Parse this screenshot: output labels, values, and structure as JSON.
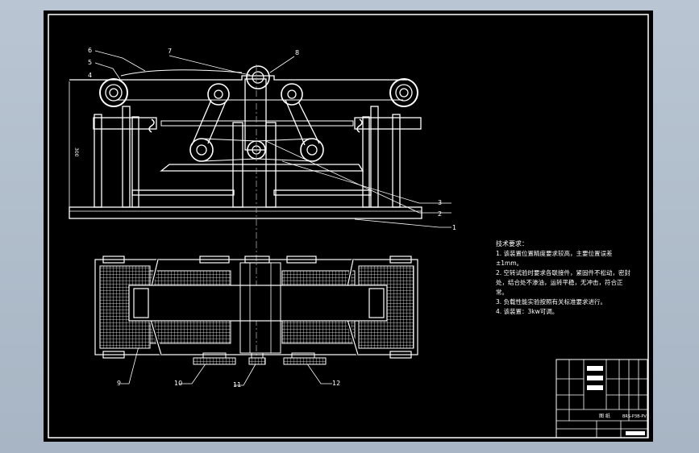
{
  "callouts": [
    "1",
    "2",
    "3",
    "4",
    "5",
    "6",
    "7",
    "8",
    "9",
    "10",
    "11",
    "12"
  ],
  "dimension": "300",
  "notes": {
    "title": "技术要求：",
    "items": [
      "1. 该装置位置精度要求较高，主要位置误差±1mm。",
      "2. 空转试验时要求各联接件，紧固件不松动，密封处，结合处不渗油，运转平稳，无冲击，符合正常。",
      "3. 负载性能实验按照有关标准要求进行。",
      "4. 该装置：3kw可调。"
    ]
  },
  "titleblock": {
    "drawing_no": "图 纸",
    "code": "BRS-P3B-PV"
  },
  "colors": {
    "paper": "#000000",
    "line": "#ffffff",
    "hidden": "#aaaaaa",
    "background": "#b3c0ce"
  }
}
